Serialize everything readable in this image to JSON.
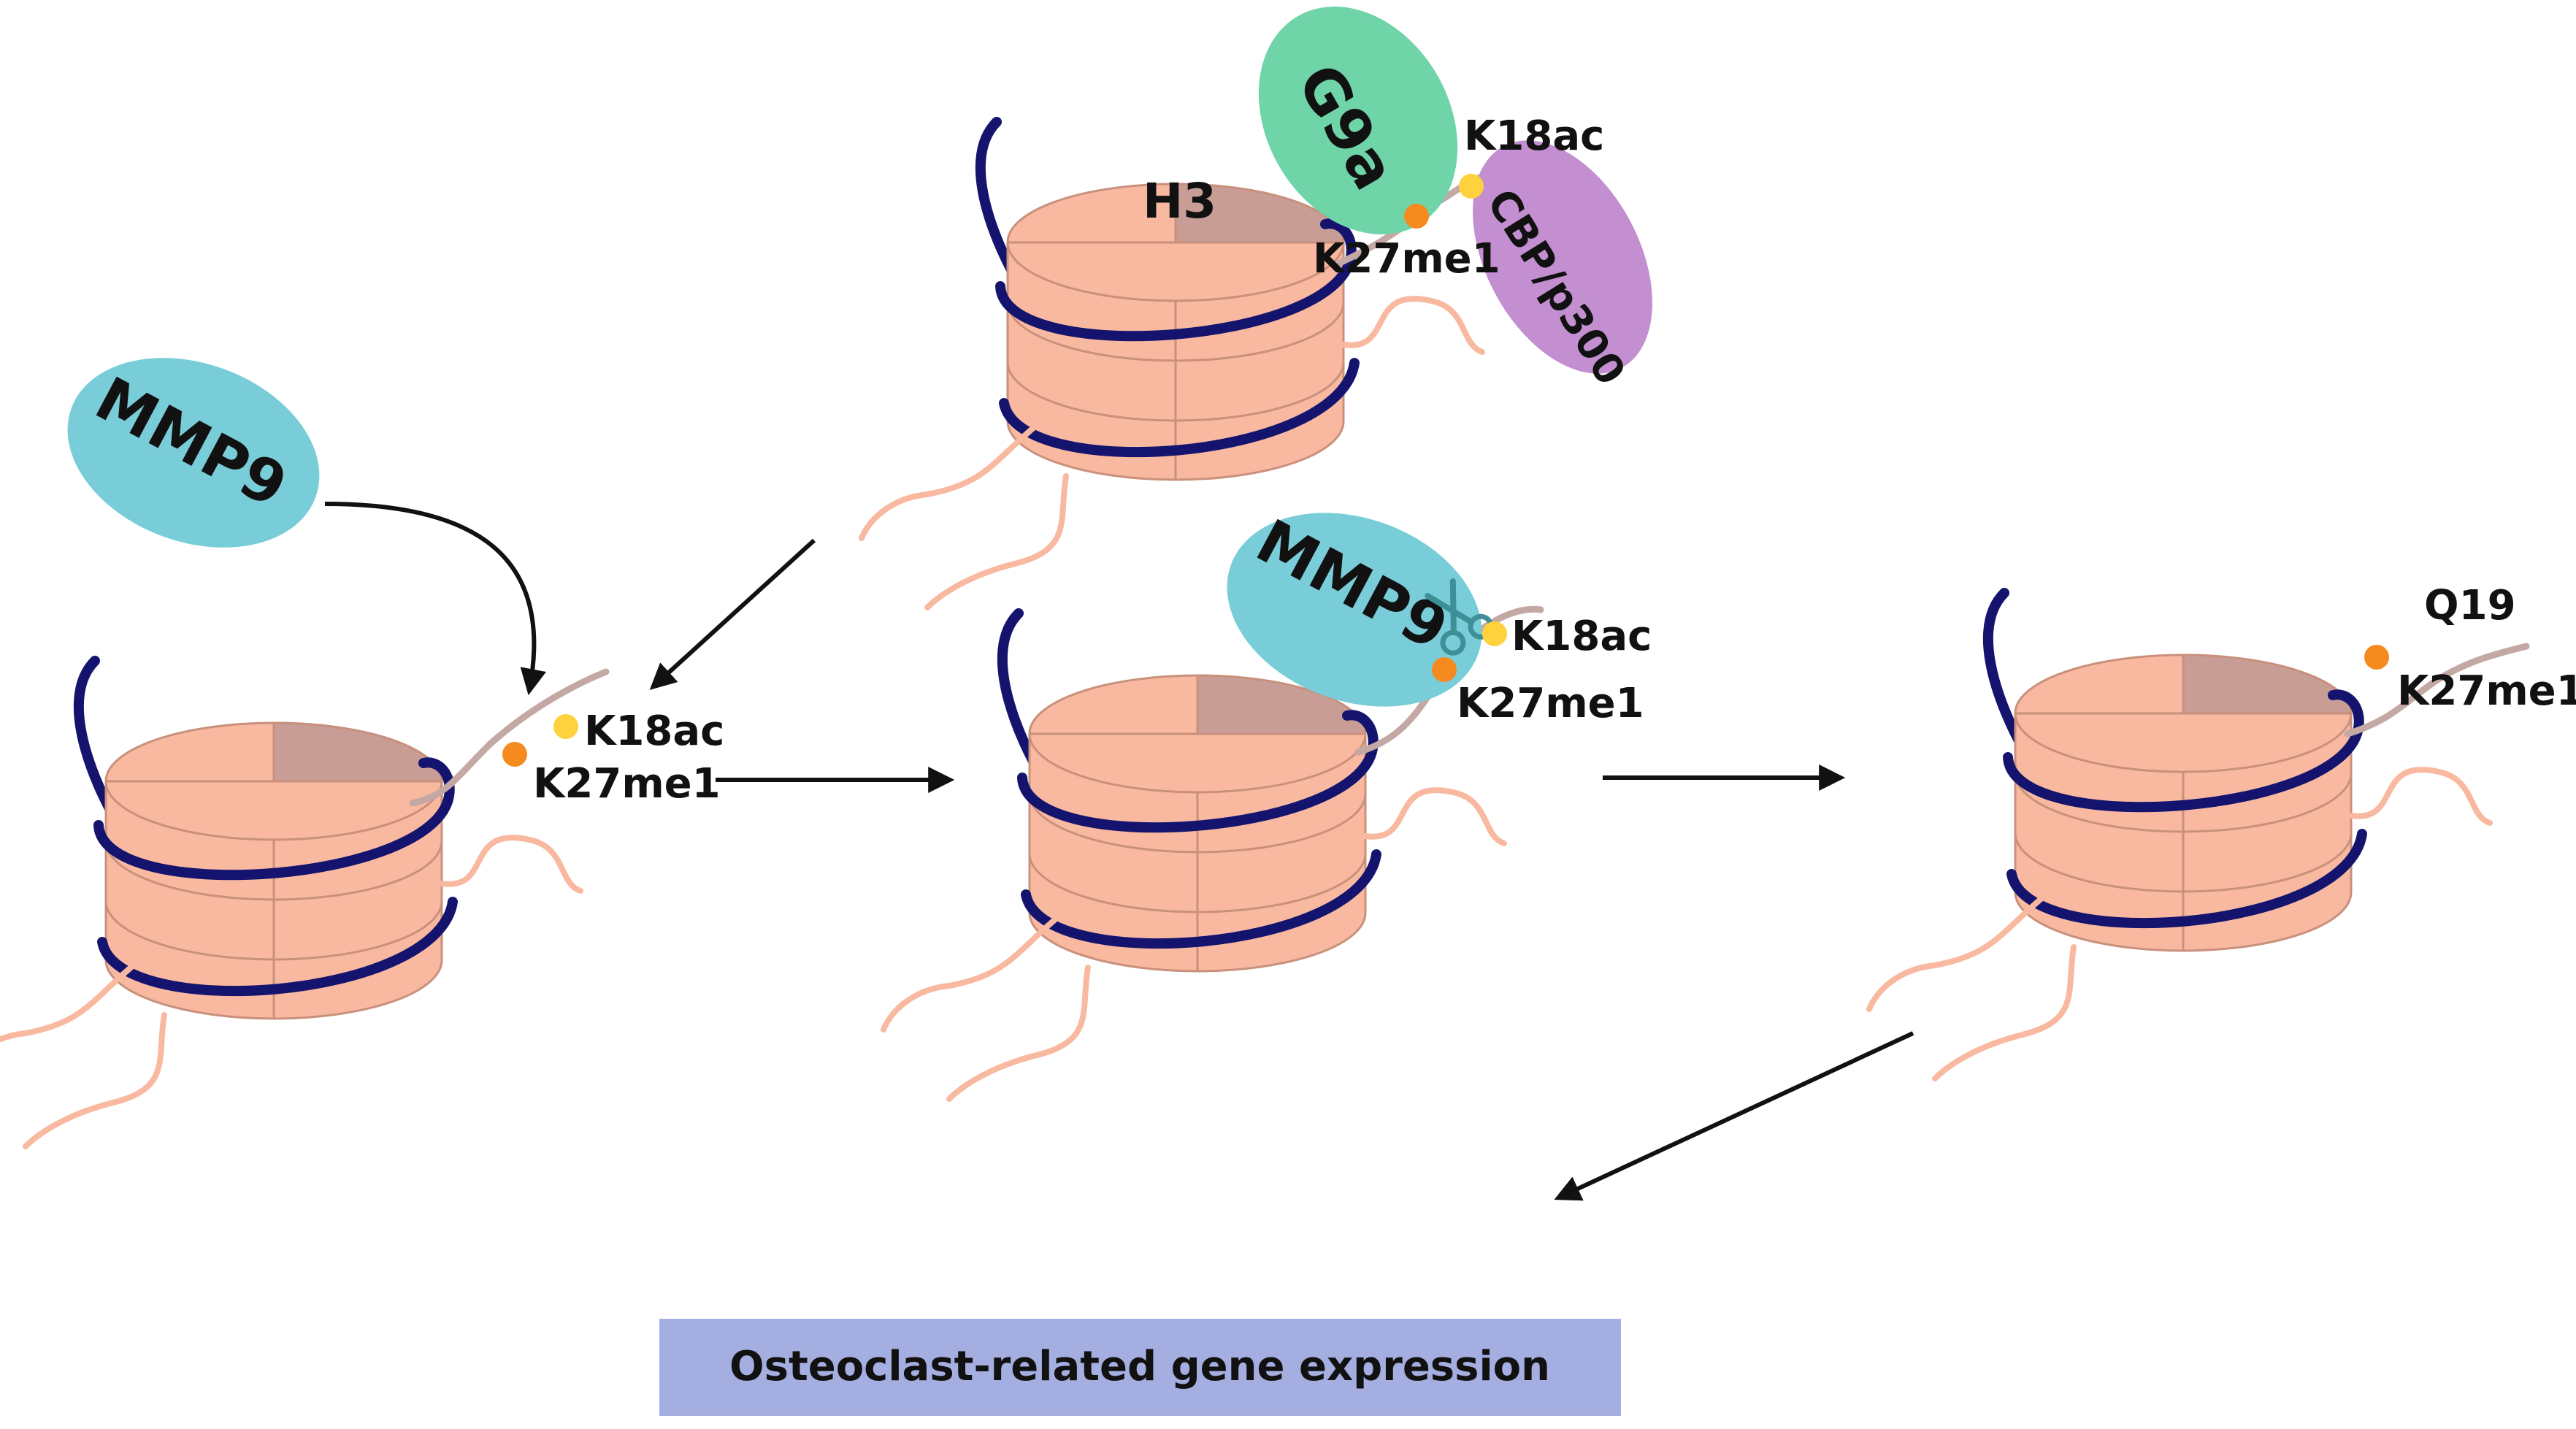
{
  "colors": {
    "histone_core": "#f8b9a0",
    "histone_h3": "#c79d96",
    "histone_lines": "#c9907c",
    "dna": "#14146e",
    "tail": "#f8b9a0",
    "h3_tail": "#c4a8a4",
    "acetyl_dot": "#fdd23c",
    "methyl_dot": "#f58a1f",
    "g9a": "#6fd4a8",
    "cbp_p300": "#c38fd0",
    "mmp9": "#79cdd8",
    "footer_box": "#a5aee0",
    "arrow": "#111111"
  },
  "top_nucleosome": {
    "h3_label": "H3",
    "k18_label": "K18ac",
    "k27_label": "K27me1",
    "g9a_label": "G9a",
    "cbp_label": "CBP/p300"
  },
  "left_nucleosome": {
    "mmp9_label": "MMP9",
    "k18_label": "K18ac",
    "k27_label": "K27me1"
  },
  "middle_nucleosome": {
    "mmp9_label": "MMP9",
    "k18_label": "K18ac",
    "k27_label": "K27me1",
    "scissors_icon": "scissors-icon"
  },
  "right_nucleosome": {
    "q19_label": "Q19",
    "k27_label": "K27me1"
  },
  "footer": {
    "text": "Osteoclast-related gene expression"
  }
}
